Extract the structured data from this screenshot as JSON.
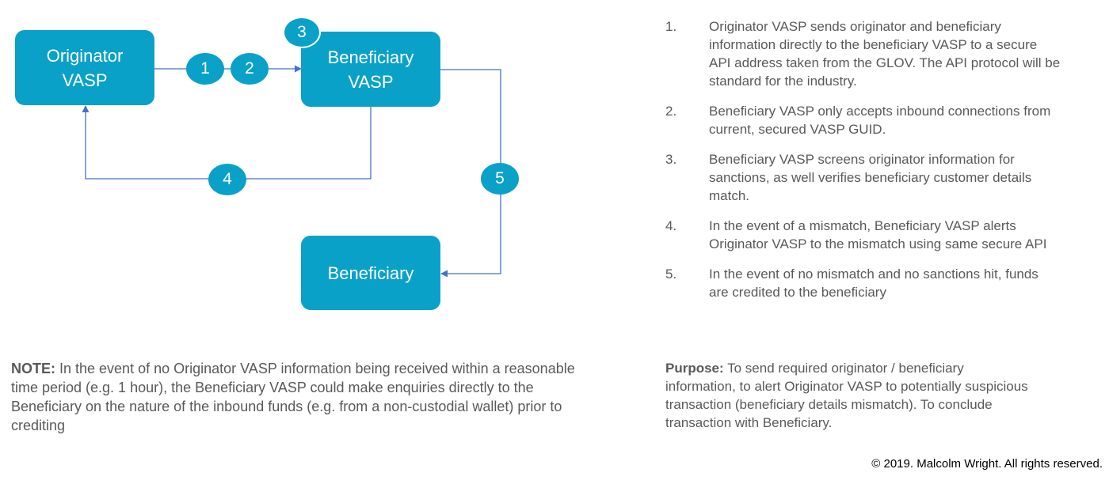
{
  "diagram": {
    "nodes": {
      "originator_line1": "Originator",
      "originator_line2": "VASP",
      "beneficiary_vasp_line1": "Beneficiary",
      "beneficiary_vasp_line2": "VASP",
      "beneficiary": "Beneficiary"
    },
    "badges": [
      "1",
      "2",
      "3",
      "4",
      "5"
    ],
    "colors": {
      "node": "#0aa1c9",
      "connector": "#4472c4",
      "text": "#595959"
    }
  },
  "steps": [
    {
      "num": "1.",
      "text": "Originator VASP sends originator and beneficiary information directly to the beneficiary VASP to a secure API address taken from the GLOV. The API protocol will be standard for the industry."
    },
    {
      "num": "2.",
      "text": "Beneficiary VASP only accepts inbound connections from current, secured VASP GUID."
    },
    {
      "num": "3.",
      "text": "Beneficiary VASP screens originator information for sanctions, as well verifies beneficiary customer details match."
    },
    {
      "num": "4.",
      "text": "In the event of a mismatch, Beneficiary VASP alerts Originator VASP to the mismatch using same secure API"
    },
    {
      "num": "5.",
      "text": "In the event of no mismatch and no sanctions hit, funds are credited to the beneficiary"
    }
  ],
  "note": {
    "label": "NOTE:",
    "text": " In the event of no Originator VASP information being received within a reasonable time period (e.g. 1 hour), the Beneficiary VASP could make enquiries directly to the Beneficiary on the nature of the inbound funds (e.g. from a non-custodial wallet) prior to crediting"
  },
  "purpose": {
    "label": "Purpose:",
    "text": " To send required originator / beneficiary information, to alert Originator VASP to potentially suspicious transaction (beneficiary details mismatch). To conclude transaction with Beneficiary."
  },
  "copyright": "© 2019. Malcolm Wright. All rights reserved."
}
